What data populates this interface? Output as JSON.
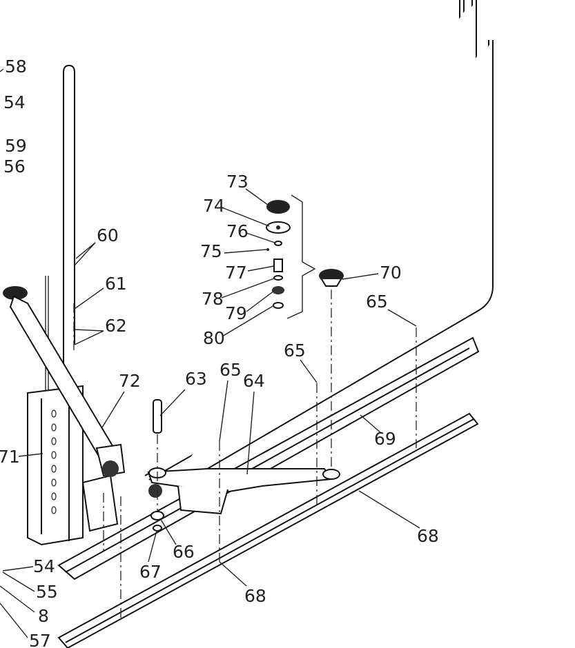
{
  "diagram": {
    "type": "exploded-parts-diagram",
    "highlight_color": "#fff200",
    "labels": [
      "58",
      "54",
      "59",
      "56",
      "60",
      "61",
      "62",
      "73",
      "74",
      "76",
      "75",
      "77",
      "78",
      "79",
      "80",
      "70",
      "65",
      "65",
      "65",
      "64",
      "63",
      "72",
      "71",
      "69",
      "68",
      "66",
      "67",
      "68",
      "54",
      "55",
      "8",
      "57"
    ],
    "highlighted_label": "70"
  }
}
